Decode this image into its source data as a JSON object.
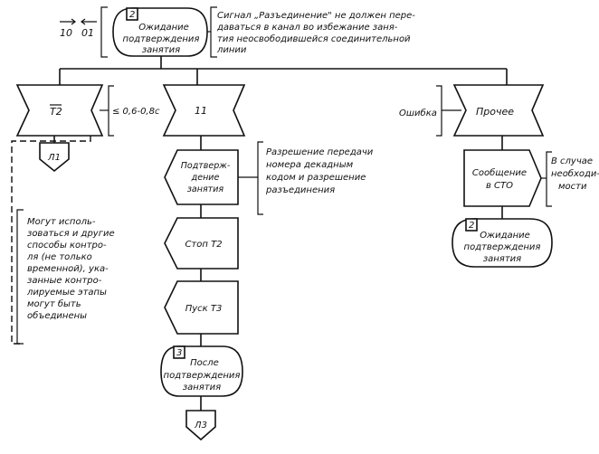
{
  "header": {
    "signal_10": "10",
    "signal_01": "01",
    "state_number": "2",
    "state_lines": [
      "Ожидание",
      "подтверждения",
      "занятия"
    ],
    "comment_lines": [
      "Сигнал „Разъединение\" не должен пере-",
      "даваться в канал во избежание заня-",
      "тия неосвободившейся соединительной",
      "линии"
    ]
  },
  "branch_t2": {
    "label": "T2",
    "condition": "≤ 0,6-0,8с",
    "connector": "Л1",
    "note_lines": [
      "Могут исполь-",
      "зоваться и другие",
      "способы контро-",
      "ля (не только",
      "временной), ука-",
      "занные контро-",
      "лируемые этапы",
      "могут быть",
      "объединены"
    ]
  },
  "branch_11": {
    "label": "11",
    "task1_lines": [
      "Подтверж-",
      "дение",
      "занятия"
    ],
    "task1_comment_lines": [
      "Разрешение передачи",
      "номера декадным",
      "кодом и разрешение",
      "разъединения"
    ],
    "task2": "Стоп Т2",
    "task3": "Пуск Т3",
    "state_number": "3",
    "state_lines": [
      "После",
      "подтверждения",
      "занятия"
    ],
    "connector": "Л3"
  },
  "branch_other": {
    "error_label": "Ошибка",
    "label": "Прочее",
    "output_lines": [
      "Сообщение",
      "в СТО"
    ],
    "output_comment_lines": [
      "В случае",
      "необходи-",
      "мости"
    ],
    "state_number": "2",
    "state_lines": [
      "Ожидание",
      "подтверждения",
      "занятия"
    ]
  }
}
